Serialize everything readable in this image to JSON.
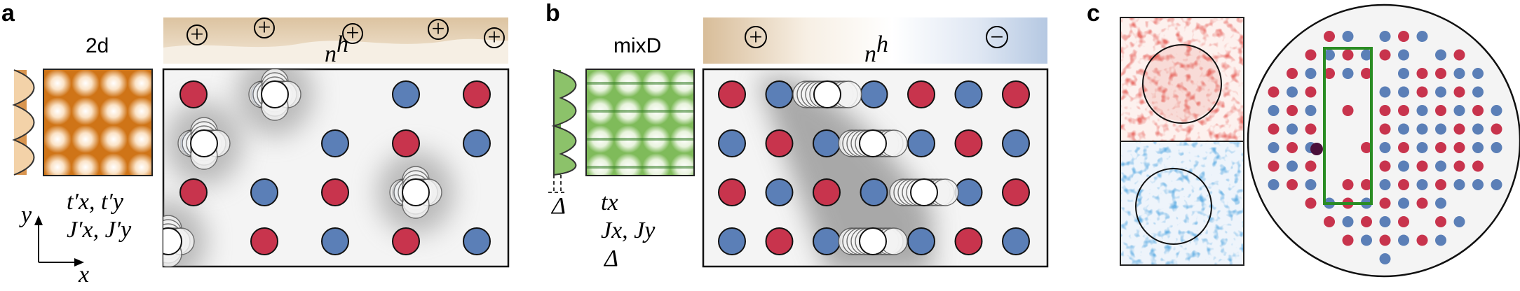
{
  "panels": {
    "a": {
      "letter": "a",
      "lattice_name": "2d",
      "params_line1": "t′x, t′y",
      "params_line2": "J′x, J′y",
      "axis_y": "y",
      "axis_x": "x",
      "density_label": "n",
      "density_sup": "h",
      "charge_symbol": "+"
    },
    "b": {
      "letter": "b",
      "lattice_name": "mixD",
      "params_line1": "tx",
      "params_line2": "Jx, Jy",
      "params_line3": "Δ",
      "offset_label": "Δ",
      "density_label": "n",
      "density_sup": "h",
      "charge_plus": "+",
      "charge_minus": "−"
    },
    "c": {
      "letter": "c"
    }
  },
  "colors": {
    "red_site": "#c8344d",
    "blue_site": "#5b7fb7",
    "hole": "#ffffff",
    "doublon": "#4a0f3a",
    "lattice_bg": "#f4f4f4",
    "orange_lattice": "#d07a1c",
    "green_lattice": "#3a8a24",
    "tan_band": "#d9bf9c",
    "blue_band": "#b7c9e2",
    "box_highlight": "#2a8c23"
  }
}
